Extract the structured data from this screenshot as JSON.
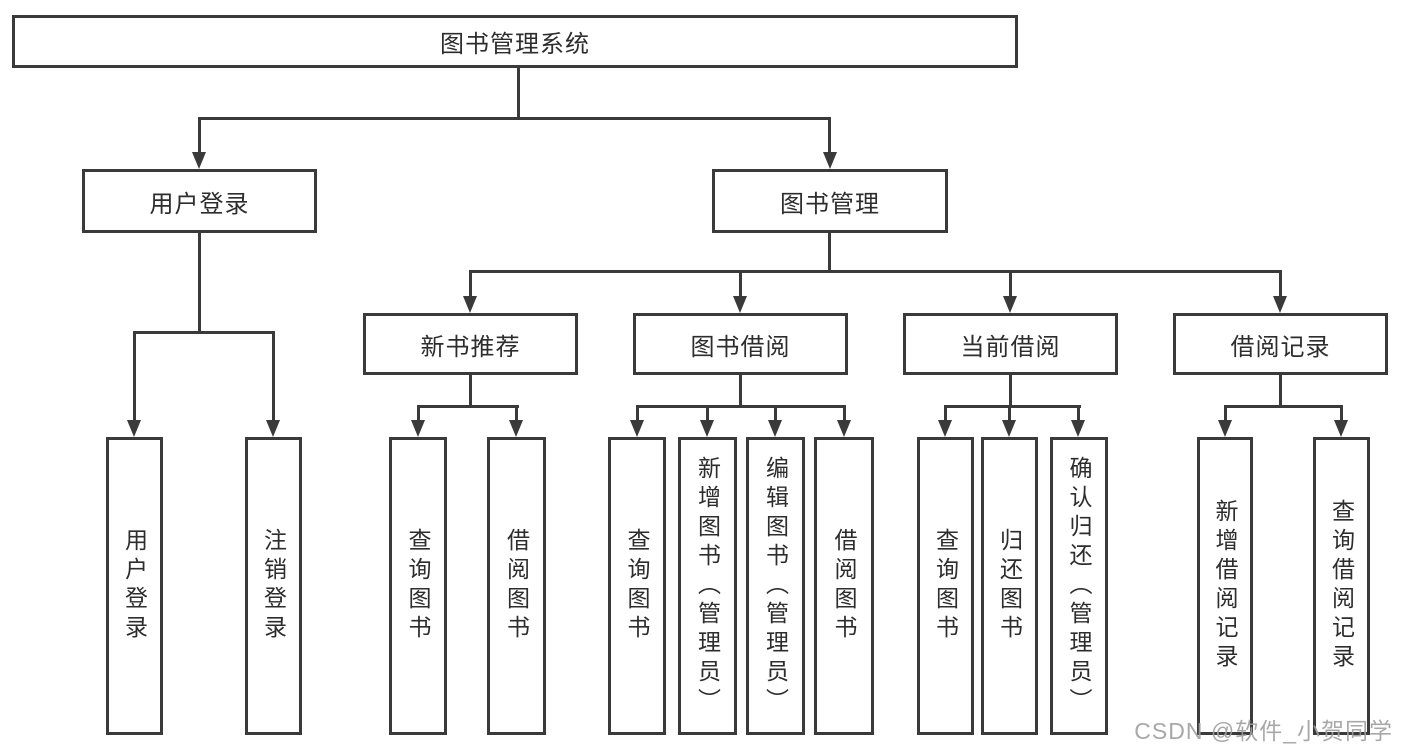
{
  "diagram": {
    "title": "图书管理系统",
    "root": {
      "label": "图书管理系统"
    },
    "level2": [
      {
        "label": "用户登录"
      },
      {
        "label": "图书管理"
      }
    ],
    "level3": [
      {
        "label": "新书推荐"
      },
      {
        "label": "图书借阅"
      },
      {
        "label": "当前借阅"
      },
      {
        "label": "借阅记录"
      }
    ],
    "leaves": {
      "login": [
        "用户登录",
        "注销登录"
      ],
      "recommend": [
        "查询图书",
        "借阅图书"
      ],
      "borrow": [
        "查询图书",
        "新增图书（管理员）",
        "编辑图书（管理员）",
        "借阅图书"
      ],
      "current": [
        "查询图书",
        "归还图书",
        "确认归还（管理员）"
      ],
      "records": [
        "新增借阅记录",
        "查询借阅记录"
      ]
    },
    "line_color": "#3a3a3a"
  },
  "watermark": "CSDN @软件_小贺同学"
}
